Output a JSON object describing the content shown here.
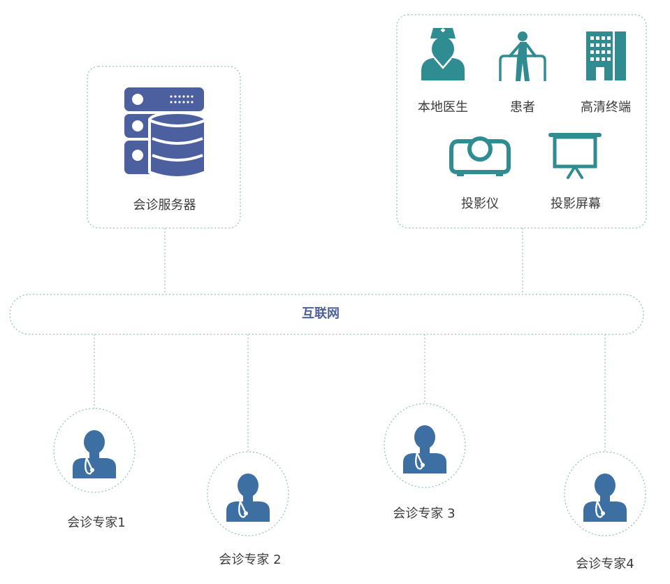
{
  "server": {
    "label": "会诊服务器",
    "icon": "server-database-icon"
  },
  "local_site": {
    "items": [
      {
        "label": "本地医生",
        "icon": "nurse-doctor-icon"
      },
      {
        "label": "患者",
        "icon": "patient-walker-icon"
      },
      {
        "label": "高清终端",
        "icon": "hd-terminal-icon"
      },
      {
        "label": "投影仪",
        "icon": "projector-icon"
      },
      {
        "label": "投影屏幕",
        "icon": "projection-screen-icon"
      }
    ]
  },
  "network": {
    "label": "互联网"
  },
  "experts": [
    {
      "label": "会诊专家1",
      "icon": "expert-doctor-icon"
    },
    {
      "label": "会诊专家 2",
      "icon": "expert-doctor-icon"
    },
    {
      "label": "会诊专家 3",
      "icon": "expert-doctor-icon"
    },
    {
      "label": "会诊专家4",
      "icon": "expert-doctor-icon"
    }
  ],
  "colors": {
    "server_blue": "#4c5f9e",
    "teal": "#2f8c91",
    "expert_blue": "#3e6fa3",
    "dotted_border": "#8fc6b3"
  }
}
